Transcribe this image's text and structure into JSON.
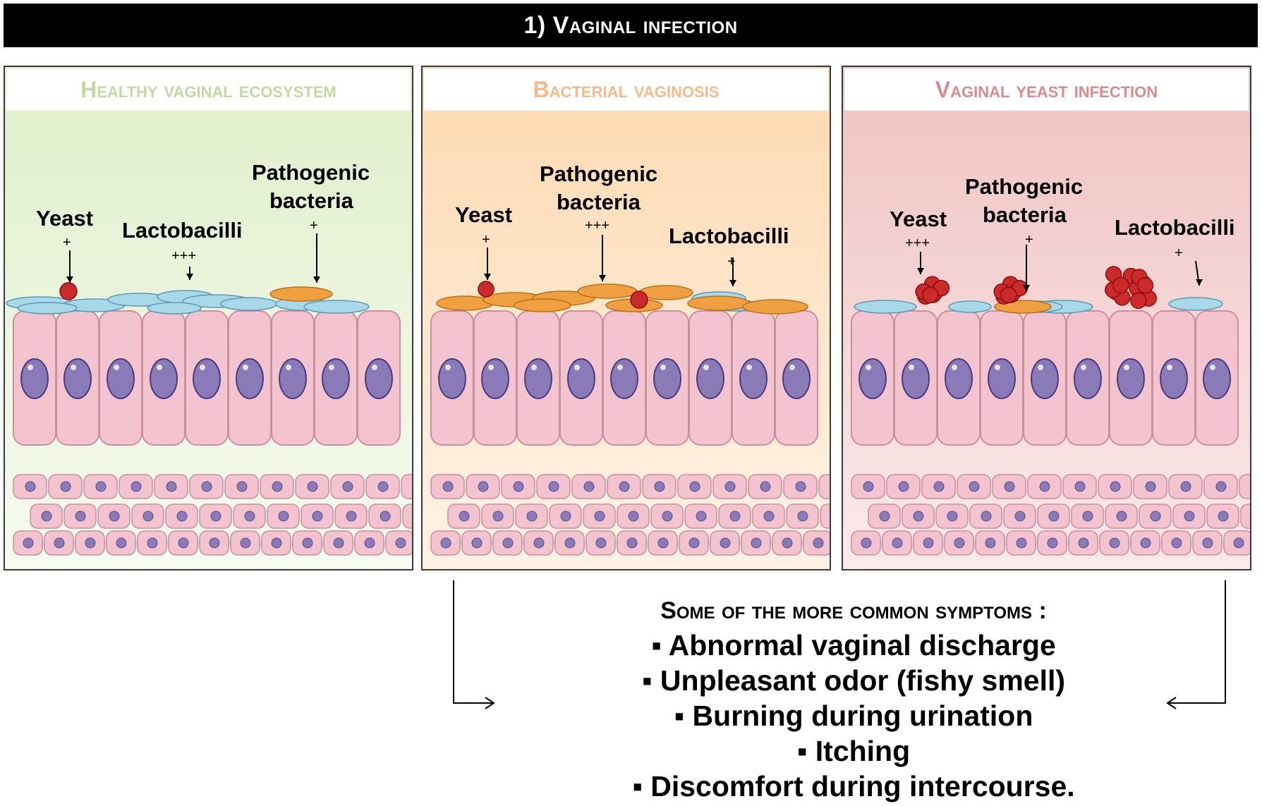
{
  "title": "1) Vaginal infection",
  "panels": [
    {
      "heading": "Healthy vaginal ecosystem",
      "heading_color": "#c4d9a0",
      "bg_top": "#dfeec9",
      "bg_bottom": "#f7fbf1",
      "labels": {
        "yeast": "Yeast",
        "yeast_level": "+",
        "lacto": "Lactobacilli",
        "lacto_level": "+++",
        "patho_line1": "Pathogenic",
        "patho_line2": "bacteria",
        "patho_level": "+"
      }
    },
    {
      "heading": "Bacterial vaginosis",
      "heading_color": "#f5b98a",
      "bg_top": "#fdd9b0",
      "bg_bottom": "#fff3e6",
      "labels": {
        "yeast": "Yeast",
        "yeast_level": "+",
        "lacto": "Lactobacilli",
        "lacto_level": "+",
        "patho_line1": "Pathogenic",
        "patho_line2": "bacteria",
        "patho_level": "+++"
      }
    },
    {
      "heading": "Vaginal yeast infection",
      "heading_color": "#d98a8a",
      "bg_top": "#f0c2c2",
      "bg_bottom": "#fbeaea",
      "labels": {
        "yeast": "Yeast",
        "yeast_level": "+++",
        "lacto": "Lactobacilli",
        "lacto_level": "+",
        "patho_line1": "Pathogenic",
        "patho_line2": "bacteria",
        "patho_level": "+"
      }
    }
  ],
  "symptoms": {
    "title": "Some of the more common symptoms :",
    "items": [
      "▪ Abnormal vaginal discharge",
      "▪ Unpleasant odor (fishy smell)",
      "▪ Burning during urination",
      "▪ Itching",
      "▪ Discomfort during intercourse."
    ]
  },
  "colors": {
    "lactobacilli": "#a9d8e8",
    "pathogenic": "#f0a040",
    "yeast": "#cc2a2a",
    "cell": "#f3c4cf",
    "nucleus": "#8a7ab8"
  }
}
